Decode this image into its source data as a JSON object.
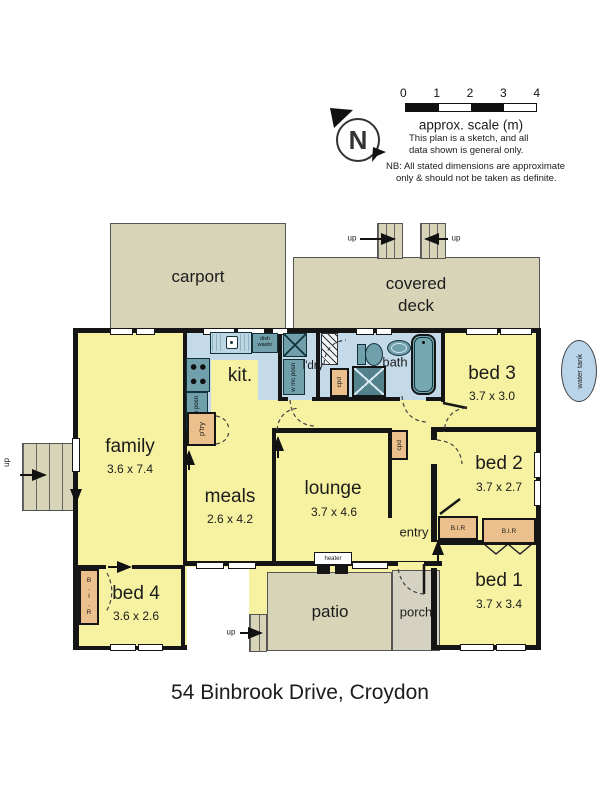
{
  "title": "54 Binbrook Drive, Croydon",
  "legend": {
    "compass_letter": "N",
    "scale_ticks": [
      "0",
      "1",
      "2",
      "3",
      "4"
    ],
    "scale_caption": "approx. scale (m)",
    "note1": "This plan is a sketch, and all",
    "note2": "data shown is general only.",
    "note3": "NB: All stated dimensions are approximate",
    "note4": "only & should not be taken as definite."
  },
  "outdoor": {
    "carport": "carport",
    "covered_deck_line1": "covered",
    "covered_deck_line2": "deck",
    "patio": "patio",
    "porch": "porch",
    "water_tank": "water tank",
    "up_label": "up"
  },
  "rooms": {
    "family": {
      "name": "family",
      "dims": "3.6 x 7.4"
    },
    "kitchen": {
      "name": "kit."
    },
    "laundry": {
      "name": "l'dry"
    },
    "bath": {
      "name": "bath"
    },
    "bed3": {
      "name": "bed 3",
      "dims": "3.7 x 3.0"
    },
    "meals": {
      "name": "meals",
      "dims": "2.6 x 4.2"
    },
    "lounge": {
      "name": "lounge",
      "dims": "3.7 x 4.6"
    },
    "entry": {
      "name": "entry"
    },
    "bed2": {
      "name": "bed 2",
      "dims": "3.7 x 2.7"
    },
    "bed1": {
      "name": "bed 1",
      "dims": "3.7 x 3.4"
    },
    "bed4": {
      "name": "bed 4",
      "dims": "3.6 x 2.6"
    }
  },
  "fixtures": {
    "dish_washer": "dish washr",
    "fridge": "fridge posn",
    "pantry": "p'try",
    "washing_machine": "w mc posn",
    "cupboard": "cpd",
    "robe": "B.I.R",
    "heater": "heater"
  },
  "colors": {
    "room_yellow": "#f6f2a1",
    "outdoor_beige": "#d8d4b8",
    "wet_blue": "#c4dae8",
    "fixture_teal": "#6fa0ac",
    "cupboard_tan": "#ebc08c",
    "wall_black": "#151515",
    "tank_blue": "#b9d3e8"
  }
}
